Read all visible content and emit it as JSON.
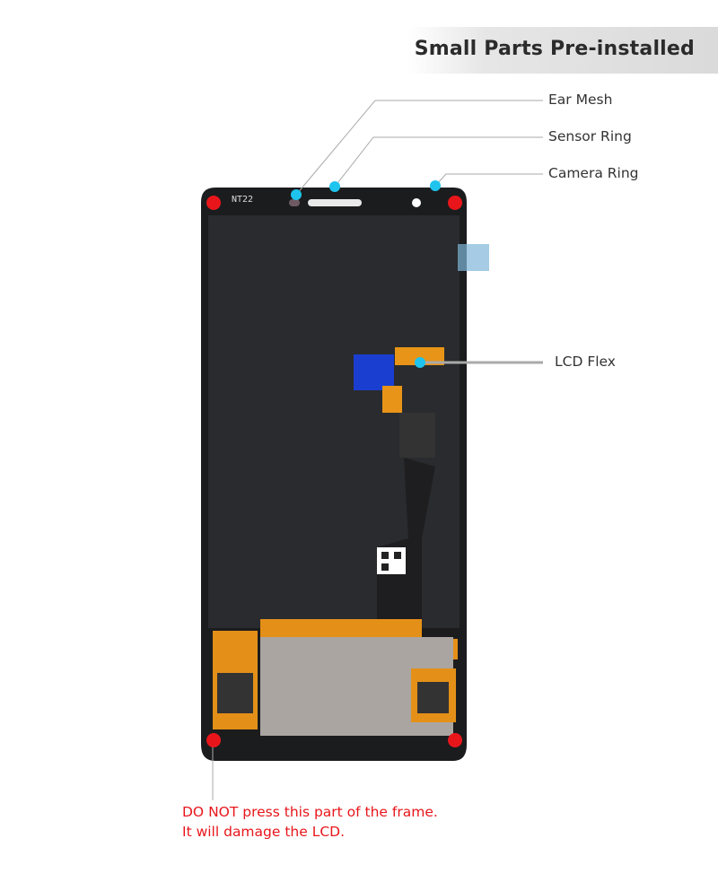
{
  "banner": {
    "title": "Small Parts Pre-installed"
  },
  "callouts": {
    "ear_mesh": "Ear Mesh",
    "sensor_ring": "Sensor Ring",
    "camera_ring": "Camera Ring",
    "lcd_flex": "LCD Flex"
  },
  "warning": {
    "line1": "DO NOT press this part of the frame.",
    "line2": "It will damage the LCD."
  },
  "printed_marks": {
    "model": "NT22"
  },
  "colors": {
    "pressure_point": "#e8161b",
    "callout_dot": "#1ec4ee",
    "warning_text": "#e8161b"
  }
}
